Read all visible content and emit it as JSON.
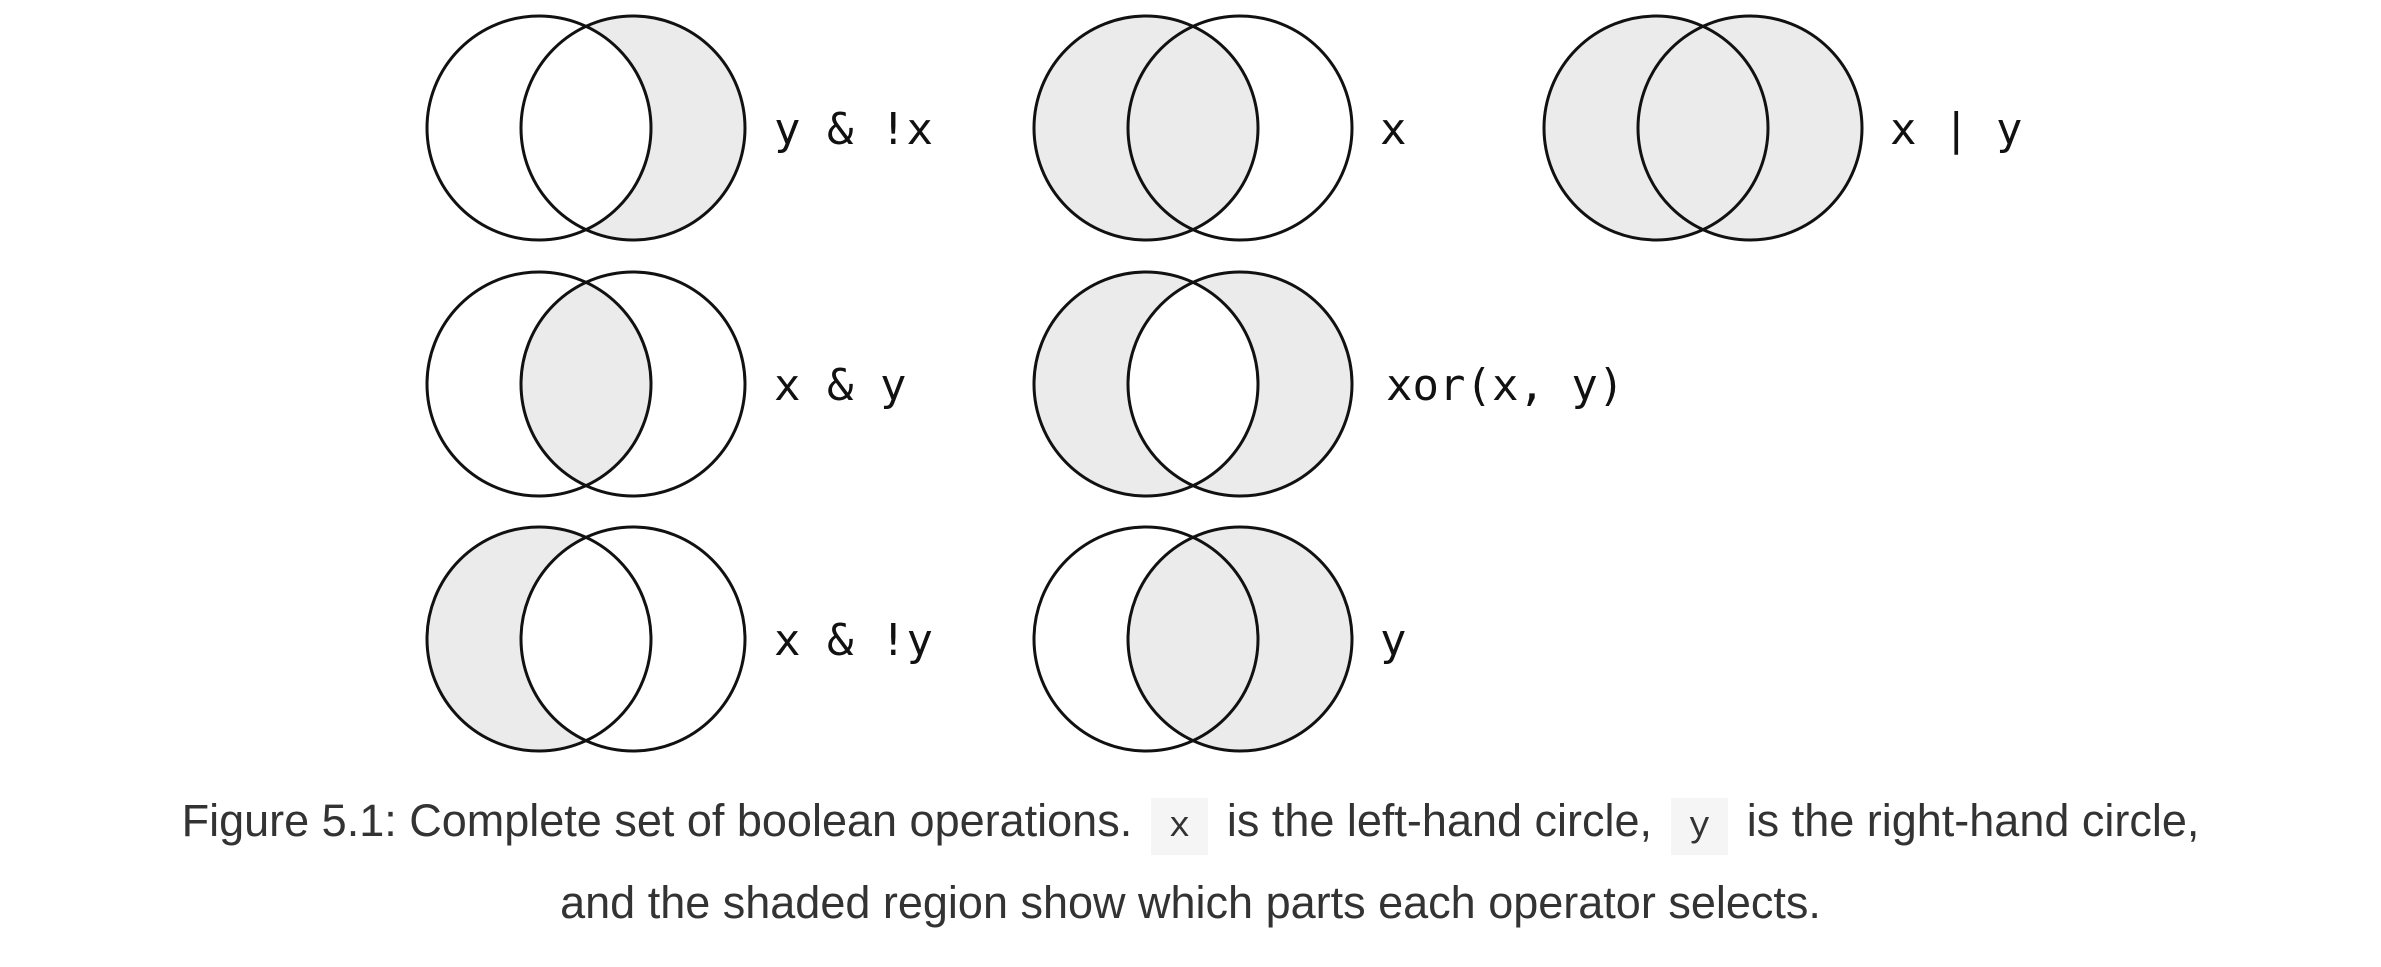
{
  "diagrams": [
    {
      "label": "y & !x",
      "left_only": false,
      "both": false,
      "right_only": true
    },
    {
      "label": "x",
      "left_only": true,
      "both": true,
      "right_only": false
    },
    {
      "label": "x | y",
      "left_only": true,
      "both": true,
      "right_only": true
    },
    {
      "label": "x & y",
      "left_only": false,
      "both": true,
      "right_only": false
    },
    {
      "label": "xor(x, y)",
      "left_only": true,
      "both": false,
      "right_only": true
    },
    {
      "label": "x & !y",
      "left_only": true,
      "both": false,
      "right_only": false
    },
    {
      "label": "y",
      "left_only": false,
      "both": true,
      "right_only": true
    }
  ],
  "colors": {
    "shade": "#ebebeb",
    "stroke": "#111111"
  },
  "caption": {
    "part1": "Figure 5.1: Complete set of boolean operations.",
    "code_x": "x",
    "part2": "is the left-hand circle,",
    "code_y": "y",
    "part3": "is the right-hand circle,",
    "line2": "and the shaded region show which parts each operator selects."
  }
}
